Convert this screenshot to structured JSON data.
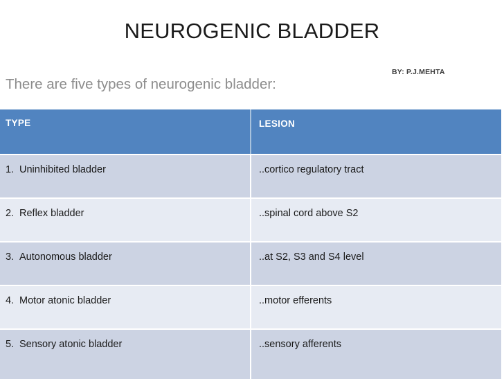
{
  "slide": {
    "title": "NEUROGENIC BLADDER",
    "byline": "BY: P.J.MEHTA",
    "subtitle": "There are five types of neurogenic bladder:",
    "colors": {
      "header_blue": "#5184c0",
      "row_odd": "#ccd3e3",
      "row_even": "#e7ebf3",
      "title_text": "#1a1a1a",
      "subtitle_text": "#8c8c8c",
      "header_text": "#ffffff"
    }
  },
  "table": {
    "columns": [
      {
        "key": "type",
        "label": "TYPE"
      },
      {
        "key": "lesion",
        "label": "LESION"
      }
    ],
    "rows": [
      {
        "num": "1.",
        "type": "Uninhibited bladder",
        "lesion": "..cortico regulatory tract"
      },
      {
        "num": "2.",
        "type": "Reflex bladder",
        "lesion": "..spinal cord above S2"
      },
      {
        "num": "3.",
        "type": "Autonomous bladder",
        "lesion": "..at S2, S3 and S4 level"
      },
      {
        "num": "4.",
        "type": "Motor atonic bladder",
        "lesion": "..motor efferents"
      },
      {
        "num": "5.",
        "type": "Sensory atonic bladder",
        "lesion": "..sensory afferents"
      }
    ]
  }
}
